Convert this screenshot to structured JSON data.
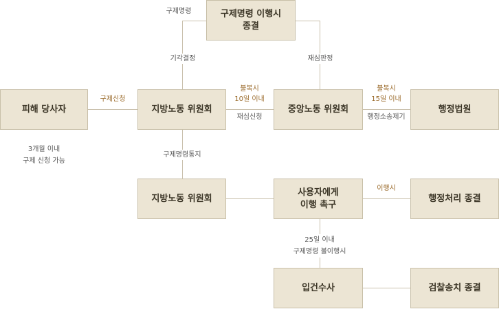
{
  "nodes": {
    "victim": "피해 당사자",
    "regional_commission": "지방노동 위원회",
    "regional_commission_2": "지방노동 위원회",
    "central_commission": "중앙노동 위원회",
    "admin_court": "행정법원",
    "remedy_order_done": "구제명령 이행시\n종결",
    "urge_employer": "사용자에게\n이행 촉구",
    "admin_done": "행정처리 종결",
    "investigation": "입건수사",
    "prosecution_done": "검찰송치 종결"
  },
  "labels": {
    "remedy_order": "구제명령",
    "dismissal": "기각결정",
    "retrial_decision": "재심판정",
    "remedy_request": "구제신청",
    "objection_10": "불복시\n10일 이내",
    "retrial_request": "재심신청",
    "objection_15": "불복시\n15일 이내",
    "admin_suit": "행정소송제기",
    "within_3_months": "3개월 이내\n구제 신청 가능",
    "remedy_notice": "구제명령통지",
    "on_compliance": "이행시",
    "within_25_days": "25일 이내\n구제명령 불이행시"
  },
  "colors": {
    "box_fill": "#ece5d4",
    "box_border": "#c8bfa8",
    "line": "#c9c0ac",
    "accent_text": "#9a6a2a"
  }
}
